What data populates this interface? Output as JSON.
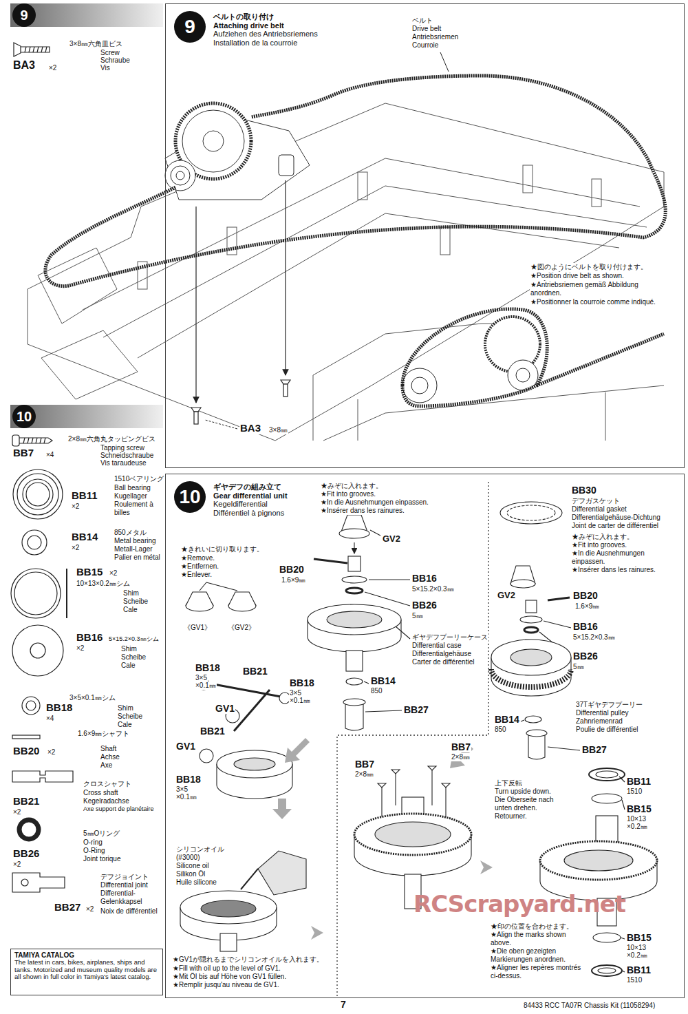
{
  "diagram": {
    "nodes": [
      {
        "text": [
          "9"
        ]
      },
      {
        "text": [
          "10"
        ]
      },
      {
        "text": [
          "TAMIYA CATALOG",
          "The latest in cars, bikes, airplanes, ships and tanks. Motorized and museum quality models are all shown in full color in Tamiya's latest catalog."
        ]
      },
      {
        "text": [
          "ベルトの取り付け",
          "Attaching drive belt",
          "Aufziehen des Antriebsriemens",
          "Installation de la courroie"
        ]
      },
      {
        "text": [
          "9"
        ],
        "in": 3
      },
      {
        "text": [
          "ギヤデフの組み立て",
          "Gear differential unit",
          "Kegeldifferential",
          "Différentiel à pignons"
        ]
      },
      {
        "text": [
          "10"
        ],
        "in": 5
      }
    ],
    "labels": [
      "3×8㎜六角皿ビス",
      "Screw",
      "Schraube",
      "Vis",
      "BA3",
      "×2",
      "ベルト",
      "Drive belt",
      "Antriebsriemen",
      "Courroie",
      "★図のようにベルトを取り付けます。",
      "★Position drive belt as shown.",
      "★Antriebsriemen gemäß Abbildung anordnen.",
      "★Positionner la courroie comme indiqué.",
      "BA3",
      "3×8㎜",
      "2×8㎜六角丸タッピングビス",
      "Tapping screw",
      "Schneidschraube",
      "Vis taraudeuse",
      "BB7",
      "×4",
      "1510ベアリング",
      "Ball bearing",
      "Kugellager",
      "Roulement à billes",
      "BB11",
      "×2",
      "850メタル",
      "Metal bearing",
      "Metall-Lager",
      "Palier en métal",
      "BB14",
      "×2",
      "BB15",
      "×2",
      "10×13×0.2㎜シム",
      "Shim",
      "Scheibe",
      "Cale",
      "BB16",
      "×2",
      "5×15.2×0.3㎜シム",
      "Shim",
      "Scheibe",
      "Cale",
      "3×5×0.1㎜シム",
      "BB18",
      "×4",
      "Shim",
      "Scheibe",
      "Cale",
      "1.6×9㎜シャフト",
      "BB20",
      "×2",
      "Shaft",
      "Achse",
      "Axe",
      "クロスシャフト",
      "BB21",
      "×2",
      "Cross shaft",
      "Kegelradachse",
      "Axe support de planétaire",
      "5㎜Oリング",
      "BB26",
      "×2",
      "O-ring",
      "O-Ring",
      "Joint torique",
      "デフジョイント",
      "Differential joint",
      "Differential-Gelenkkapsel",
      "Noix de différentiel",
      "BB27",
      "×2",
      "★きれいに切り取ります。",
      "★Remove.",
      "★Entfernen.",
      "★Enlever.",
      "《GV1》",
      "《GV2》",
      "★みぞに入れます。",
      "★Fit into grooves.",
      "★In die Ausnehmungen einpassen.",
      "★Insérer dans les rainures.",
      "GV2",
      "BB20",
      "1.6×9㎜",
      "BB16",
      "5×15.2×0.3㎜",
      "BB26",
      "5㎜",
      "ギヤデフプーリーケース",
      "Differential case",
      "Differentialgehäuse",
      "Carter de différentiel",
      "BB14",
      "850",
      "BB27",
      "BB18",
      "3×5",
      "×0.1㎜",
      "BB21",
      "BB18",
      "3×5",
      "×0.1㎜",
      "GV1",
      "BB21",
      "GV1",
      "BB18",
      "3×5",
      "×0.1㎜",
      "シリコンオイル",
      "(#3000)",
      "Silicone oil",
      "Silikon Öl",
      "Huile silicone",
      "★GV1が隠れるまでシリコンオイルを入れます。",
      "★Fill with oil up to the level of GV1.",
      "★Mit Öl bis auf Höhe von GV1 füllen.",
      "★Remplir jusqu'au niveau de GV1.",
      "BB30",
      "デフガスケット",
      "Differential gasket",
      "Differentialgehäuse-Dichtung",
      "Joint de carter de différentiel",
      "★みぞに入れます。",
      "★Fit into grooves.",
      "★In die Ausnehmungen einpassen.",
      "★Insérer dans les rainures.",
      "GV2",
      "BB20",
      "1.6×9㎜",
      "BB16",
      "5×15.2×0.3㎜",
      "BB26",
      "5㎜",
      "37Tギヤデフプーリー",
      "Differential pulley",
      "Zahnriemenrad",
      "Poulie de différentiel",
      "BB14",
      "850",
      "BB27",
      "BB7",
      "2×8㎜",
      "BB7",
      "2×8㎜",
      "上下反転",
      "Turn upside down.",
      "Die Oberseite nach unten drehen.",
      "Retourner.",
      "BB11",
      "1510",
      "BB15",
      "10×13",
      "×0.2㎜",
      "★印の位置を合わせます。",
      "★Align the marks shown above.",
      "★Die oben gezeigten Markierungen anordnen.",
      "★Aligner les repères montrés ci-dessus.",
      "BB15",
      "10×13",
      "×0.2㎜",
      "BB11",
      "1510",
      "RCScrapyard.net",
      "7",
      "84433 RCC TA07R Chassis Kit (11058294)"
    ]
  }
}
